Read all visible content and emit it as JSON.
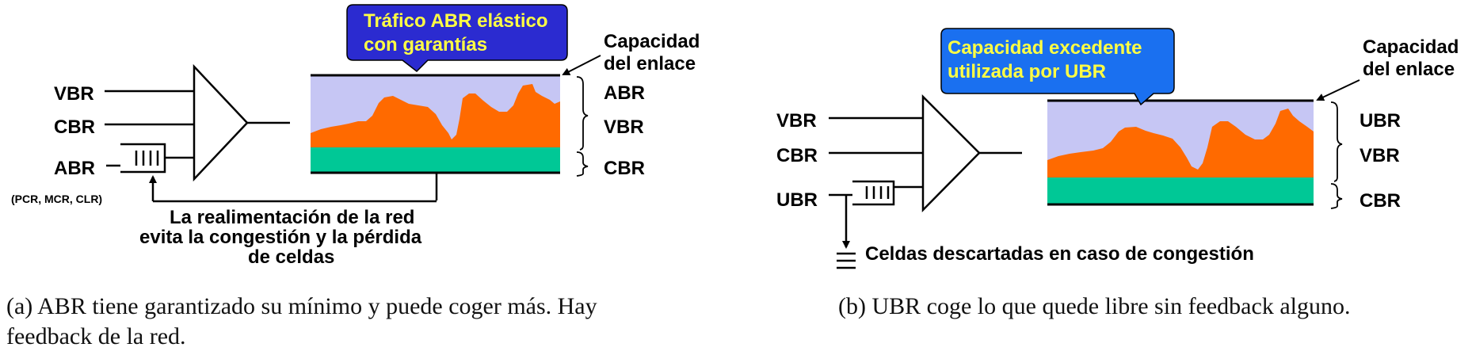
{
  "colors": {
    "abr_band": "#c6c6f4",
    "vbr_band": "#ff6a00",
    "cbr_band": "#00c896",
    "bubble_a_fill": "#2b2bd0",
    "bubble_a_text": "#ffff44",
    "bubble_b_fill": "#1a70f0",
    "bubble_b_text": "#ffff44"
  },
  "panel_a": {
    "bubble_line1": "Tráfico ABR elástico",
    "bubble_line2": "con garantías",
    "capacity_line1": "Capacidad",
    "capacity_line2": "del enlace",
    "inputs": [
      "VBR",
      "CBR",
      "ABR"
    ],
    "params": "(PCR,  MCR, CLR)",
    "bands": [
      "ABR",
      "VBR",
      "CBR"
    ],
    "feedback_line1": "La realimentación de la red",
    "feedback_line2": "evita la congestión y la pérdida",
    "feedback_line3": "de celdas",
    "caption_line1": "(a)  ABR tiene garantizado su mínimo y puede coger más.  Hay",
    "caption_line2": "feedback de la red."
  },
  "panel_b": {
    "bubble_line1": "Capacidad excedente",
    "bubble_line2": "utilizada por UBR",
    "capacity_line1": "Capacidad",
    "capacity_line2": "del enlace",
    "inputs": [
      "VBR",
      "CBR",
      "UBR"
    ],
    "bands": [
      "UBR",
      "VBR",
      "CBR"
    ],
    "discard_note": "Celdas descartadas en caso de congestión",
    "caption": "(b)  UBR coge lo que quede libre sin feedback alguno."
  }
}
